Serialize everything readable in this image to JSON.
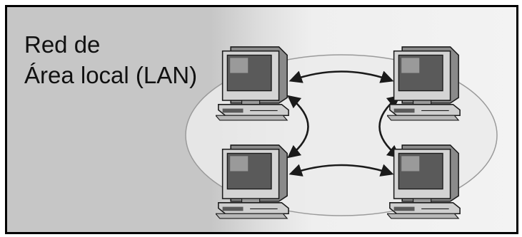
{
  "diagram": {
    "title_line1": "Red de",
    "title_line2": "Área local (LAN)",
    "nodes": [
      {
        "id": "pc-top-left",
        "icon": "desktop-computer-icon"
      },
      {
        "id": "pc-top-right",
        "icon": "desktop-computer-icon"
      },
      {
        "id": "pc-bottom-left",
        "icon": "desktop-computer-icon"
      },
      {
        "id": "pc-bottom-right",
        "icon": "desktop-computer-icon"
      }
    ],
    "links": [
      {
        "from": "pc-top-left",
        "to": "pc-top-right",
        "bidirectional": true
      },
      {
        "from": "pc-bottom-left",
        "to": "pc-bottom-right",
        "bidirectional": true
      },
      {
        "from": "pc-top-left",
        "to": "pc-bottom-left",
        "bidirectional": true
      },
      {
        "from": "pc-top-right",
        "to": "pc-bottom-right",
        "bidirectional": true
      }
    ],
    "colors": {
      "frame_border": "#000000",
      "left_panel": "#c8c8c8",
      "right_panel": "#f2f2f2",
      "ring_fill": "#ebebeb",
      "ring_stroke": "#9a9a9a",
      "arrow": "#1a1a1a",
      "text": "#111111"
    }
  }
}
